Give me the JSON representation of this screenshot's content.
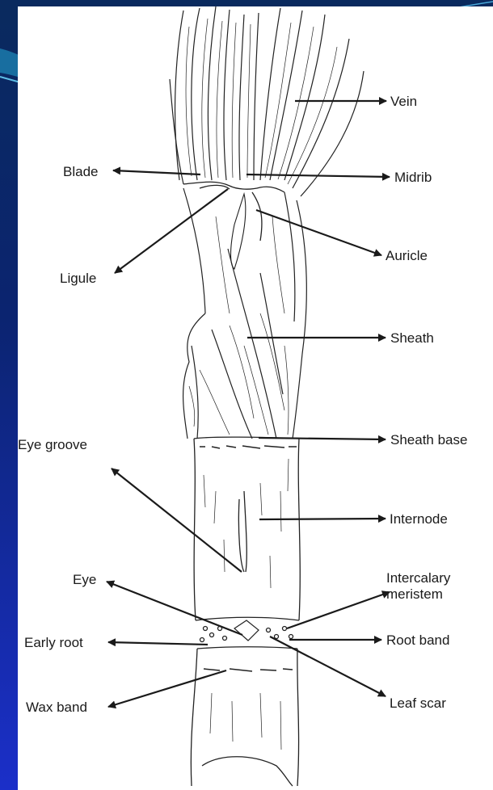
{
  "labels": {
    "vein": "Vein",
    "blade": "Blade",
    "midrib": "Midrib",
    "ligule": "Ligule",
    "auricle": "Auricle",
    "sheath": "Sheath",
    "sheath_base": "Sheath base",
    "eye_groove": "Eye groove",
    "internode": "Internode",
    "eye": "Eye",
    "intercalary_meristem_line1": "Intercalary",
    "intercalary_meristem_line2": "meristem",
    "early_root": "Early root",
    "root_band": "Root band",
    "wax_band": "Wax band",
    "leaf_scar": "Leaf scar"
  },
  "colors": {
    "background_top": "#0a2a5e",
    "background_bottom": "#1b2fc9",
    "panel": "#ffffff",
    "ink": "#1a1a1a"
  }
}
